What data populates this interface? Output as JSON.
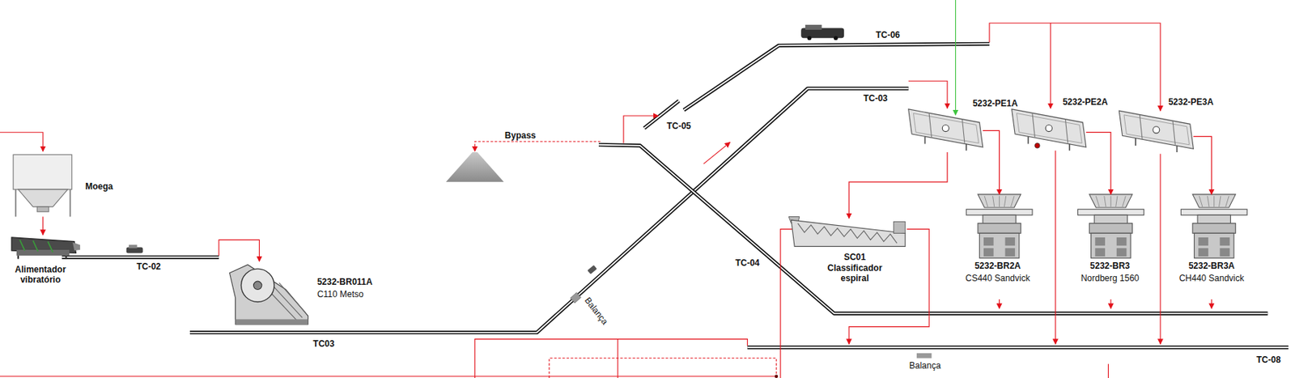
{
  "diagram": {
    "nodes": [
      {
        "text": [
          "Moega"
        ]
      },
      {
        "text": [
          "Alimentador vibratório"
        ]
      },
      {
        "text": [
          "5232-BR011A",
          "C110 Metso"
        ]
      },
      {
        "text": [
          "5232-PE1A"
        ]
      },
      {
        "text": [
          "5232-PE2A"
        ]
      },
      {
        "text": [
          "5232-PE3A"
        ]
      },
      {
        "text": [
          "SC01",
          "Classificador espiral"
        ]
      },
      {
        "text": [
          "5232-BR2A",
          "CS440 Sandvick"
        ]
      },
      {
        "text": [
          "5232-BR3",
          "Nordberg 1560"
        ]
      },
      {
        "text": [
          "5232-BR3A",
          "CH440 Sandvick"
        ]
      }
    ],
    "edges": [
      {
        "from": 0,
        "to": 1,
        "arrow": "to"
      },
      {
        "from": 3,
        "to": 6,
        "arrow": "to"
      },
      {
        "from": 3,
        "to": 7,
        "arrow": "to"
      },
      {
        "from": 4,
        "to": 8,
        "arrow": "to"
      },
      {
        "from": 5,
        "to": 9,
        "arrow": "to"
      }
    ],
    "labels": [
      "TC-02",
      "TC03",
      "Balança",
      "Bypass",
      "TC-05",
      "TC-06",
      "TC-03",
      "TC-04",
      "TC-08",
      "Balança"
    ]
  }
}
